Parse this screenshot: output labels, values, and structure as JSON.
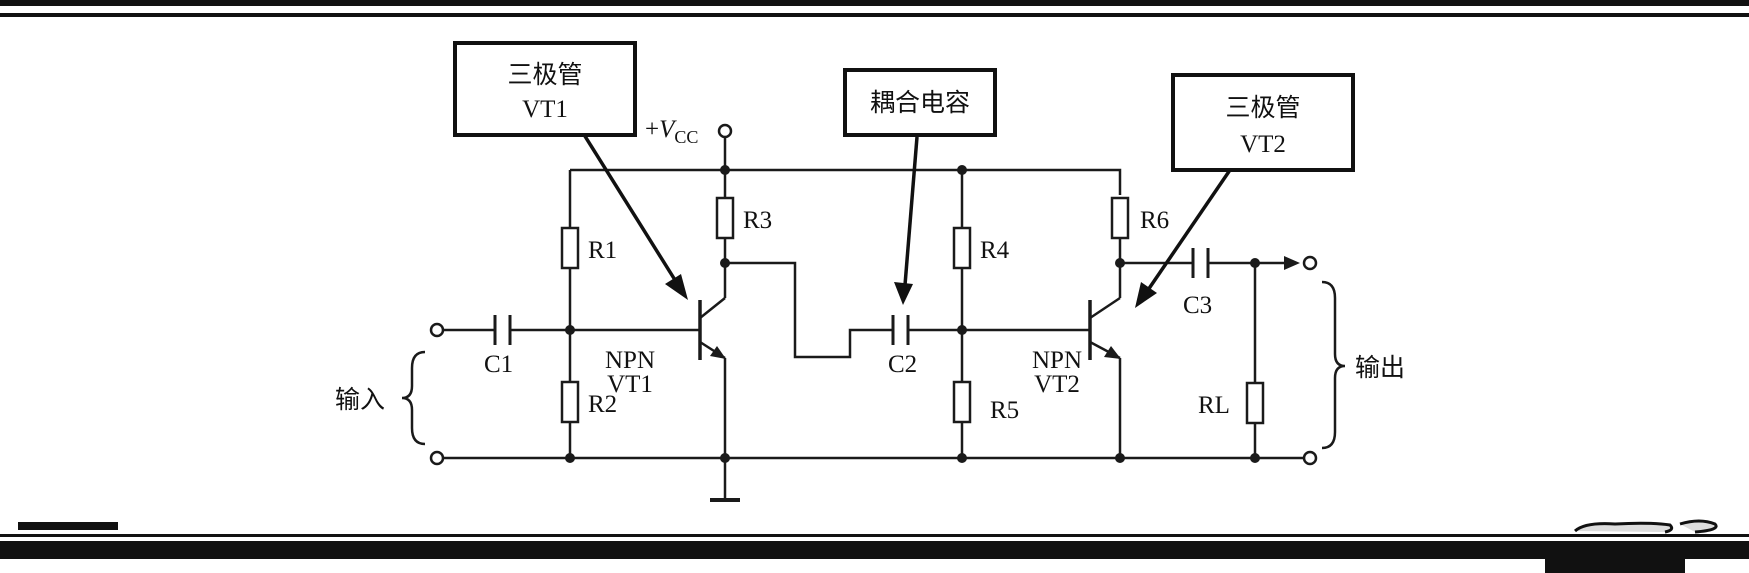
{
  "supply": {
    "plus": "+",
    "v": "V",
    "sub": "CC"
  },
  "callouts": {
    "vt1_line1": "三极管",
    "vt1_line2": "VT1",
    "coupling": "耦合电容",
    "vt2_line1": "三极管",
    "vt2_line2": "VT2"
  },
  "labels": {
    "R1": "R1",
    "R2": "R2",
    "R3": "R3",
    "R4": "R4",
    "R5": "R5",
    "R6": "R6",
    "RL": "RL",
    "C1": "C1",
    "C2": "C2",
    "C3": "C3",
    "npn1": "NPN",
    "vt1": "VT1",
    "npn2": "NPN",
    "vt2": "VT2",
    "input": "输入",
    "output": "输出"
  }
}
